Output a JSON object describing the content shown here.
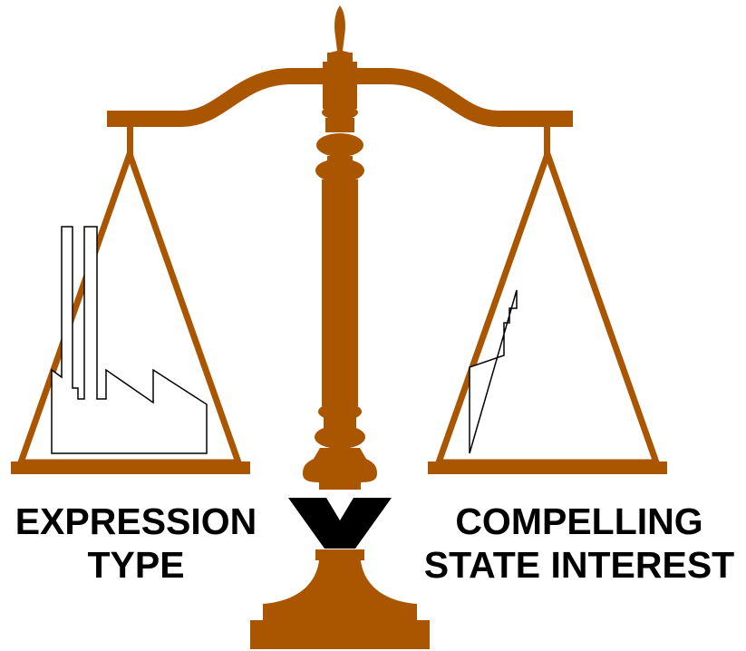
{
  "colors": {
    "scale": "#AA5500",
    "ink": "#000000",
    "background": "#FFFFFF"
  },
  "left_pan": {
    "icon": "factory-icon",
    "label_line1": "EXPRESSION",
    "label_line2": "TYPE"
  },
  "right_pan": {
    "icon": "capitol-building-icon",
    "label_line1": "COMPELLING",
    "label_line2": "STATE INTEREST"
  },
  "center": {
    "letter": "V"
  }
}
